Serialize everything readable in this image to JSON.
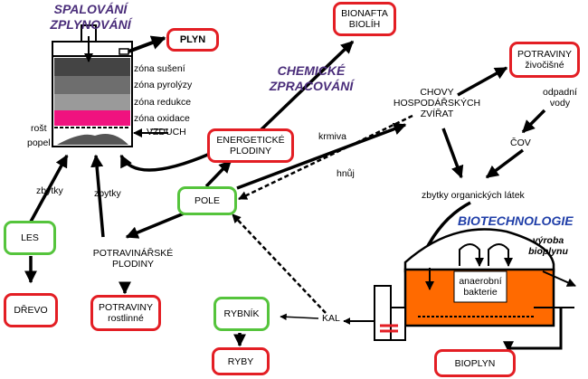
{
  "titles": {
    "gasification": [
      "SPALOVÁNÍ",
      "ZPLYNOVÁNÍ"
    ],
    "chemical": [
      "CHEMICKÉ",
      "ZPRACOVÁNÍ"
    ],
    "biotech": "BIOTECHNOLOGIE"
  },
  "boxes": {
    "plyn": "PLYN",
    "bionafta": [
      "BIONAFTA",
      "BIOLÍH"
    ],
    "potraviny_ziv": [
      "POTRAVINY",
      "živočišné"
    ],
    "energeticke": [
      "ENERGETICKÉ",
      "PLODINY"
    ],
    "pole": "POLE",
    "les": "LES",
    "drevo": "DŘEVO",
    "potraviny_rost": [
      "POTRAVINY",
      "rostlinné"
    ],
    "rybnik": "RYBNÍK",
    "ryby": "RYBY",
    "bioplyn": "BIOPLYN"
  },
  "zones": [
    "zóna sušení",
    "zóna pyrolýzy",
    "zóna redukce",
    "zóna oxidace"
  ],
  "labels": {
    "rost": "rošt",
    "popel": "popel",
    "vzduch": "VZDUCH",
    "zbytky_les": "zbytky",
    "zbytky_pot": "zbytky",
    "chovy": [
      "CHOVY",
      "HOSPODÁŘSKÝCH",
      "ZVÍŘAT"
    ],
    "odpadni": [
      "odpadní",
      "vody"
    ],
    "cov": "ČOV",
    "krmiva": "krmiva",
    "hnuj": "hnůj",
    "zbytky_org": "zbytky organických látek",
    "potravinarske": [
      "POTRAVINÁŘSKÉ",
      "PLODINY"
    ],
    "vyroba": [
      "výroba",
      "bioplynu"
    ],
    "anaerobni": [
      "anaerobní",
      "bakterie"
    ],
    "kal": "KAL"
  },
  "colors": {
    "box_red": "#e31e24",
    "box_green": "#55c43c",
    "title_purple": "#4a2d7a",
    "title_blue": "#1f3ea8",
    "digester_fill": "#ff6a00",
    "oxidation_zone": "#f0127f",
    "zone_drying": "#444444",
    "zone_pyrolysis": "#6e6e6e",
    "zone_reduction": "#9a9a9a"
  }
}
